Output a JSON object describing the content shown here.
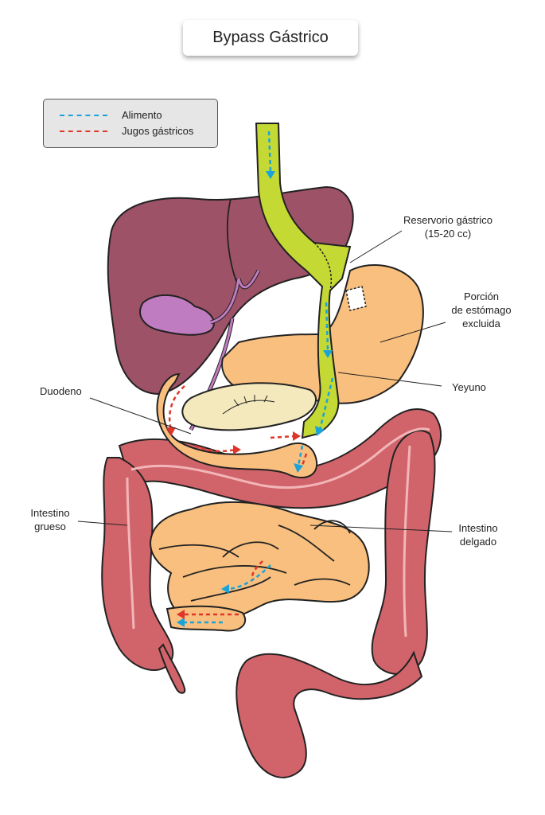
{
  "title": "Bypass Gástrico",
  "legend": {
    "items": [
      {
        "label": "Alimento",
        "color": "#1aa3d9"
      },
      {
        "label": "Jugos gástricos",
        "color": "#e0352b"
      }
    ]
  },
  "labels": {
    "reservorio_line1": "Reservorio gástrico",
    "reservorio_line2": "(15-20 cc)",
    "porcion_line1": "Porción",
    "porcion_line2": "de estómago",
    "porcion_line3": "excluida",
    "yeyuno": "Yeyuno",
    "duodeno": "Duodeno",
    "intestino_grueso_line1": "Intestino",
    "intestino_grueso_line2": "grueso",
    "intestino_delgado_line1": "Intestino",
    "intestino_delgado_line2": "delgado"
  },
  "colors": {
    "liver": "#9e5268",
    "gallbladder": "#c07cc0",
    "stomach": "#f9bf7e",
    "jejunum": "#c4d934",
    "colon": "#d1646a",
    "small_intestine": "#f9bf7e",
    "pancreas": "#f3e9bd",
    "food_arrow": "#1aa3d9",
    "juice_arrow": "#e0352b"
  }
}
